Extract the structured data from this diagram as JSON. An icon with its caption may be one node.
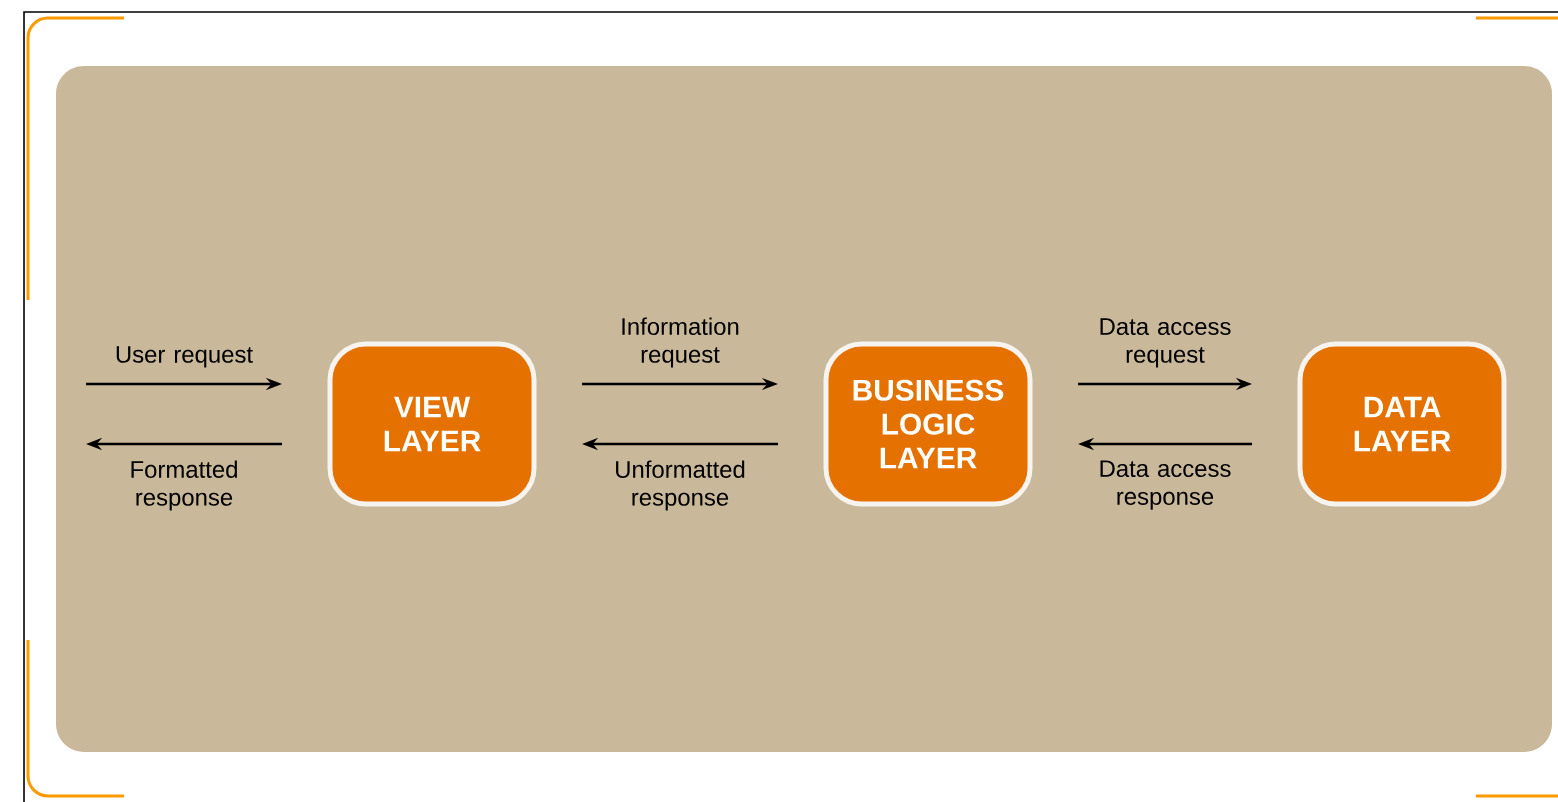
{
  "diagram": {
    "nodes": [
      {
        "text": [
          "VIEW LAYER"
        ]
      },
      {
        "text": [
          "BUSINESS LOGIC LAYER"
        ]
      },
      {
        "text": [
          "DATA LAYER"
        ]
      }
    ],
    "edges": [
      {
        "from": null,
        "to": 0,
        "arrow": "to",
        "label": "User request"
      },
      {
        "from": 0,
        "to": null,
        "arrow": "to",
        "label": "Formatted response"
      },
      {
        "from": 0,
        "to": 1,
        "arrow": "to",
        "label": "Information request"
      },
      {
        "from": 1,
        "to": 0,
        "arrow": "to",
        "label": "Unformatted response"
      },
      {
        "from": 1,
        "to": 2,
        "arrow": "to",
        "label": "Data access request"
      },
      {
        "from": 2,
        "to": 1,
        "arrow": "to",
        "label": "Data access response"
      }
    ]
  }
}
